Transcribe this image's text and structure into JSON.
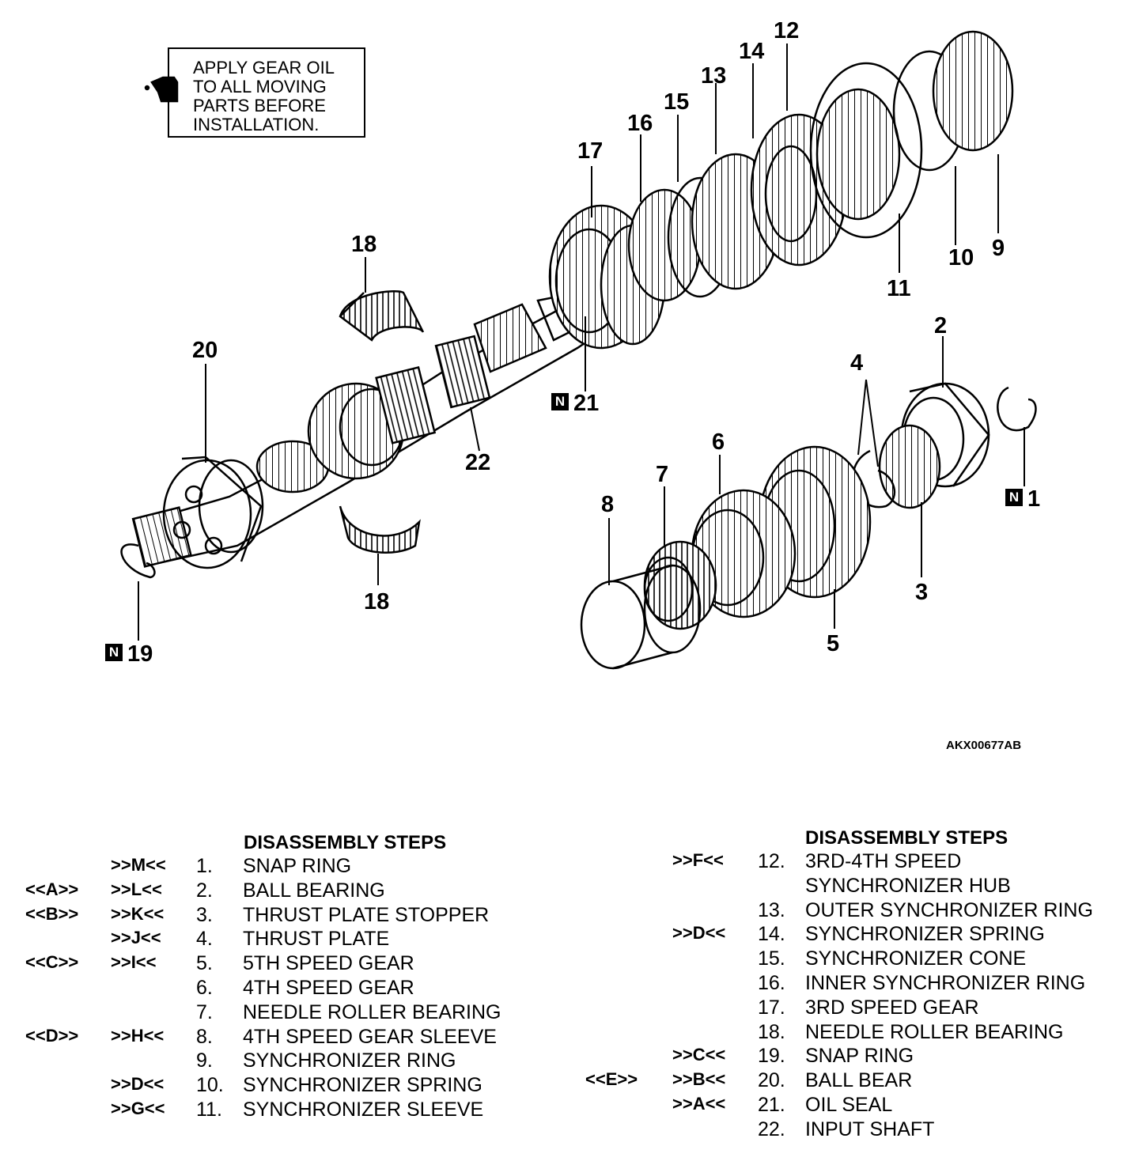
{
  "note": {
    "lines": [
      "APPLY GEAR OIL",
      "TO ALL MOVING",
      "PARTS BEFORE",
      "INSTALLATION."
    ]
  },
  "figure_code": "AKX00677AB",
  "new_part_mark": "N",
  "callouts": {
    "c1": "1",
    "c2": "2",
    "c3": "3",
    "c4": "4",
    "c5": "5",
    "c6": "6",
    "c7": "7",
    "c8": "8",
    "c9": "9",
    "c10": "10",
    "c11": "11",
    "c12": "12",
    "c13": "13",
    "c14": "14",
    "c15": "15",
    "c16": "16",
    "c17": "17",
    "c18a": "18",
    "c18b": "18",
    "c19": "19",
    "c20": "20",
    "c21": "21",
    "c22": "22"
  },
  "left_steps": {
    "heading": "DISASSEMBLY STEPS",
    "rows": [
      {
        "m1": "",
        "m2": ">>M<<",
        "num": "1.",
        "text": "SNAP RING"
      },
      {
        "m1": "<<A>>",
        "m2": ">>L<<",
        "num": "2.",
        "text": "BALL BEARING"
      },
      {
        "m1": "<<B>>",
        "m2": ">>K<<",
        "num": "3.",
        "text": "THRUST PLATE STOPPER"
      },
      {
        "m1": "",
        "m2": ">>J<<",
        "num": "4.",
        "text": "THRUST PLATE"
      },
      {
        "m1": "<<C>>",
        "m2": ">>I<<",
        "num": "5.",
        "text": "5TH SPEED GEAR"
      },
      {
        "m1": "",
        "m2": "",
        "num": "6.",
        "text": "4TH SPEED GEAR"
      },
      {
        "m1": "",
        "m2": "",
        "num": "7.",
        "text": "NEEDLE ROLLER BEARING"
      },
      {
        "m1": "<<D>>",
        "m2": ">>H<<",
        "num": "8.",
        "text": "4TH SPEED GEAR SLEEVE"
      },
      {
        "m1": "",
        "m2": "",
        "num": "9.",
        "text": "SYNCHRONIZER RING"
      },
      {
        "m1": "",
        "m2": ">>D<<",
        "num": "10.",
        "text": "SYNCHRONIZER SPRING"
      },
      {
        "m1": "",
        "m2": ">>G<<",
        "num": "11.",
        "text": "SYNCHRONIZER SLEEVE"
      }
    ]
  },
  "right_steps": {
    "heading": "DISASSEMBLY STEPS",
    "rows": [
      {
        "m1": "",
        "m2": ">>F<<",
        "num": "12.",
        "text": "3RD-4TH SPEED"
      },
      {
        "m1": "",
        "m2": "",
        "num": "",
        "text": "SYNCHRONIZER HUB"
      },
      {
        "m1": "",
        "m2": "",
        "num": "13.",
        "text": "OUTER SYNCHRONIZER RING"
      },
      {
        "m1": "",
        "m2": ">>D<<",
        "num": "14.",
        "text": "SYNCHRONIZER SPRING"
      },
      {
        "m1": "",
        "m2": "",
        "num": "15.",
        "text": "SYNCHRONIZER CONE"
      },
      {
        "m1": "",
        "m2": "",
        "num": "16.",
        "text": "INNER SYNCHRONIZER RING"
      },
      {
        "m1": "",
        "m2": "",
        "num": "17.",
        "text": "3RD SPEED GEAR"
      },
      {
        "m1": "",
        "m2": "",
        "num": "18.",
        "text": "NEEDLE ROLLER BEARING"
      },
      {
        "m1": "",
        "m2": ">>C<<",
        "num": "19.",
        "text": "SNAP RING"
      },
      {
        "m1": "<<E>>",
        "m2": ">>B<<",
        "num": "20.",
        "text": "BALL BEAR"
      },
      {
        "m1": "",
        "m2": ">>A<<",
        "num": "21.",
        "text": "OIL SEAL"
      },
      {
        "m1": "",
        "m2": "",
        "num": "22.",
        "text": "INPUT SHAFT"
      }
    ]
  }
}
